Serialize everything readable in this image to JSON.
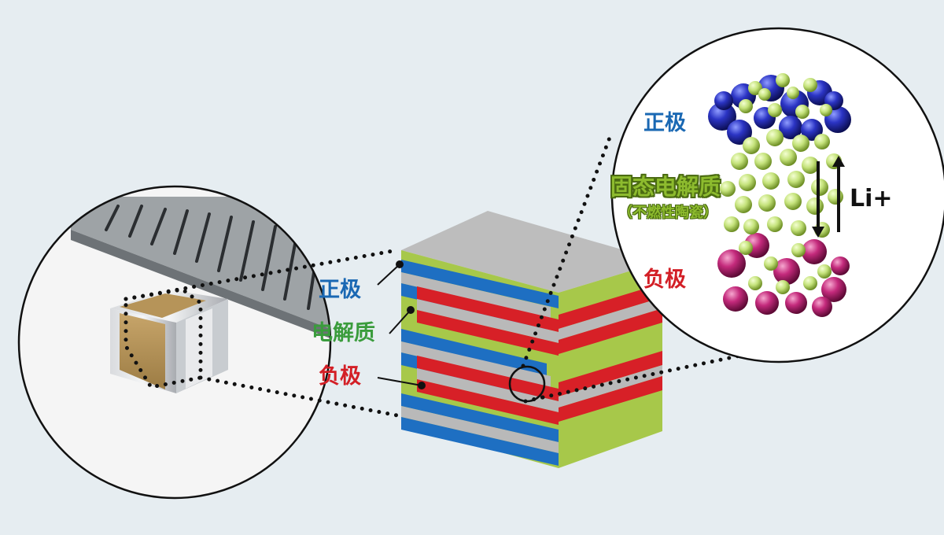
{
  "labels": {
    "cathode": "正极",
    "electrolyte": "电解质",
    "anode": "负极",
    "cathode_zoom": "正极",
    "electrolyte_zoom": "固态电解质",
    "electrolyte_note": "（不燃性陶瓷）",
    "anode_zoom": "负极",
    "ion": "Li+"
  },
  "colors": {
    "cathode": "#1a68b3",
    "electrolyte": "#3a9c3c",
    "anode": "#d31f26",
    "electrolyte_layer": "#a9c94a",
    "collector": "#b9b9b9"
  },
  "icons": {
    "ion_migration": "double-arrow-icon"
  }
}
